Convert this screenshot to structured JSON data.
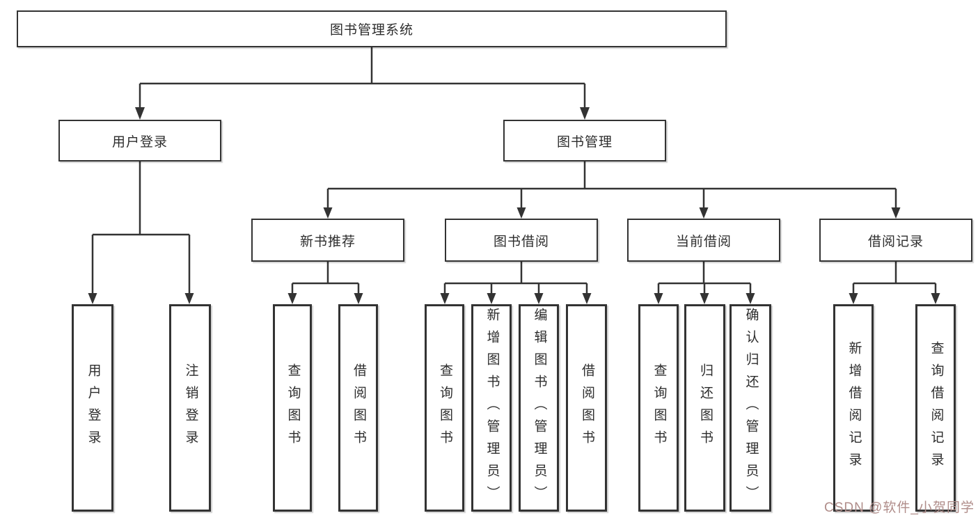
{
  "colors": {
    "background": "#ffffff",
    "line": "#333333",
    "box_border": "#333333",
    "text": "#2d2d2d",
    "watermark": "#b08d8a"
  },
  "diagram": {
    "root": {
      "label": "图书管理系统"
    },
    "level2": [
      {
        "label": "用户登录"
      },
      {
        "label": "图书管理"
      }
    ],
    "level3": [
      {
        "label": "新书推荐"
      },
      {
        "label": "图书借阅"
      },
      {
        "label": "当前借阅"
      },
      {
        "label": "借阅记录"
      }
    ],
    "leaves": {
      "user_login": [
        "用户登录",
        "注销登录"
      ],
      "new_book_recommend": [
        "查询图书",
        "借阅图书"
      ],
      "book_borrow": [
        "查询图书",
        "新增图书（管理员）",
        "编辑图书（管理员）",
        "借阅图书"
      ],
      "current_borrow": [
        "查询图书",
        "归还图书",
        "确认归还（管理员）"
      ],
      "borrow_records": [
        "新增借阅记录",
        "查询借阅记录"
      ]
    }
  },
  "watermark": {
    "text": "CSDN @软件_小贺同学"
  }
}
